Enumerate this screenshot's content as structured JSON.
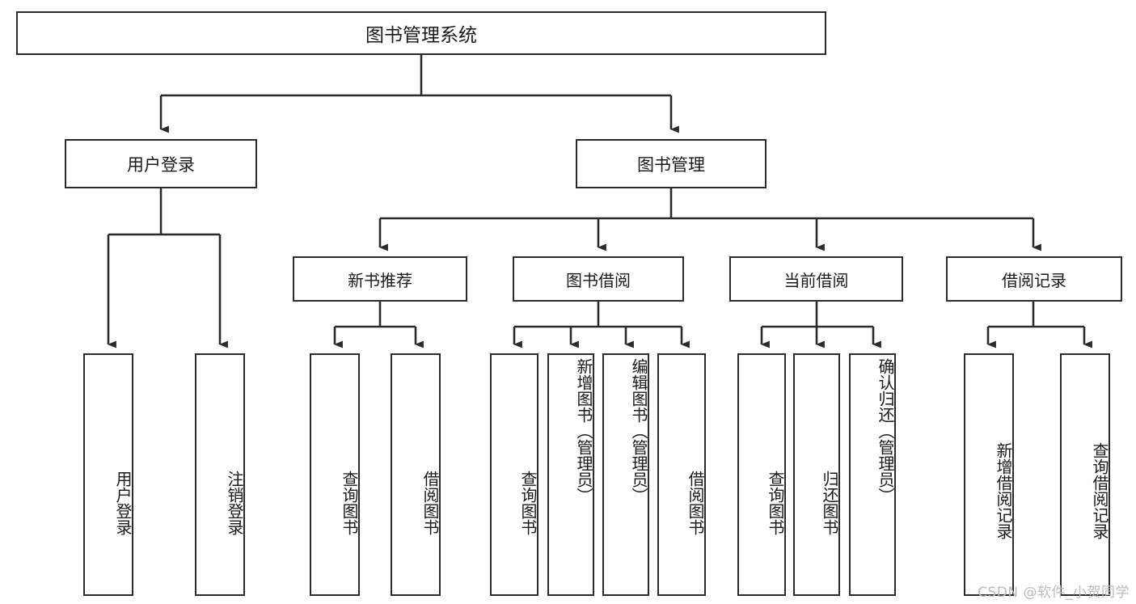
{
  "diagram": {
    "title": "图书管理系统",
    "type": "tree-hierarchy-diagram",
    "watermark": "CSDN @软件_小贺同学",
    "root": {
      "id": "root",
      "label": "图书管理系统"
    },
    "level2": [
      {
        "id": "user-login",
        "label": "用户登录"
      },
      {
        "id": "book-management",
        "label": "图书管理"
      }
    ],
    "level3": [
      {
        "id": "new-book-recommend",
        "label": "新书推荐",
        "parent": "book-management"
      },
      {
        "id": "book-borrow",
        "label": "图书借阅",
        "parent": "book-management"
      },
      {
        "id": "current-borrow",
        "label": "当前借阅",
        "parent": "book-management"
      },
      {
        "id": "borrow-record",
        "label": "借阅记录",
        "parent": "book-management"
      }
    ],
    "leaves": [
      {
        "id": "leaf-user-login",
        "label": "用户登录",
        "parent": "user-login"
      },
      {
        "id": "leaf-logout-login",
        "label": "注销登录",
        "parent": "user-login"
      },
      {
        "id": "leaf-query-book-1",
        "label": "查询图书",
        "parent": "new-book-recommend"
      },
      {
        "id": "leaf-borrow-book-1",
        "label": "借阅图书",
        "parent": "new-book-recommend"
      },
      {
        "id": "leaf-query-book-2",
        "label": "查询图书",
        "parent": "book-borrow"
      },
      {
        "id": "leaf-add-book",
        "label": "新增图书（管理员）",
        "parent": "book-borrow"
      },
      {
        "id": "leaf-edit-book",
        "label": "编辑图书（管理员）",
        "parent": "book-borrow"
      },
      {
        "id": "leaf-borrow-book-2",
        "label": "借阅图书",
        "parent": "book-borrow"
      },
      {
        "id": "leaf-query-book-3",
        "label": "查询图书",
        "parent": "current-borrow"
      },
      {
        "id": "leaf-return-book",
        "label": "归还图书",
        "parent": "current-borrow"
      },
      {
        "id": "leaf-confirm-return",
        "label": "确认归还（管理员）",
        "parent": "current-borrow"
      },
      {
        "id": "leaf-add-record",
        "label": "新增借阅记录",
        "parent": "borrow-record"
      },
      {
        "id": "leaf-query-record",
        "label": "查询借阅记录",
        "parent": "borrow-record"
      }
    ],
    "colors": {
      "stroke": "#2b2b2b",
      "fill": "#ffffff",
      "text": "#1a1a1a",
      "watermark": "#b9bcc0"
    }
  }
}
